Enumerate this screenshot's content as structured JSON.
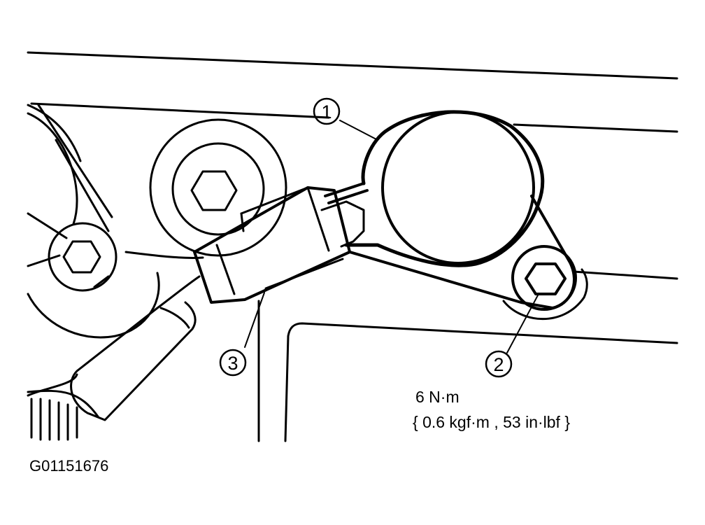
{
  "callouts": {
    "one": "1",
    "two": "2",
    "three": "3"
  },
  "torque": {
    "line1": "6 N·m",
    "line2": "{ 0.6 kgf·m , 53 in·lbf }"
  },
  "figure_id": "G01151676"
}
